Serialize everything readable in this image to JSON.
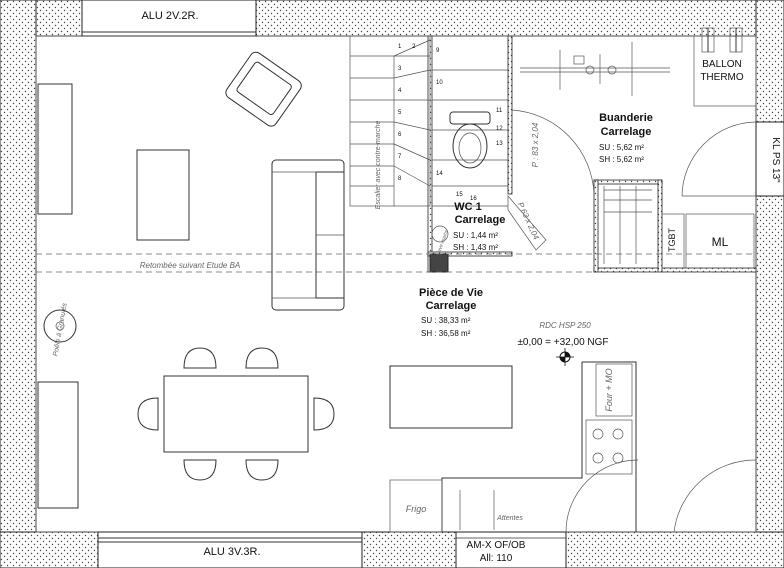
{
  "plan": {
    "openings": {
      "top_window": "ALU 2V.2R.",
      "bottom_window": "ALU 3V.3R.",
      "right_door_line1": "KL PS 13\"",
      "entrance_door_line1": "AM-X OF/OB",
      "entrance_door_line2": "All:  110"
    },
    "rooms": [
      {
        "name": "Buanderie",
        "floor": "Carrelage",
        "su": "SU : 5,62 m²",
        "sh": "SH : 5,62 m²"
      },
      {
        "name": "WC 1",
        "floor": "Carrelage",
        "su": "SU : 1,44 m²",
        "sh": "SH : 1,43 m²"
      },
      {
        "name": "Pièce de Vie",
        "floor": "Carrelage",
        "su": "SU : 38,33 m²",
        "sh": "SH : 36,58 m²"
      }
    ],
    "equipment": {
      "ballon_line1": "BALLON",
      "ballon_line2": "THERMO",
      "tgbt": "TGBT",
      "ml": "ML",
      "four_mo": "Four + MO",
      "frigo": "Frigo",
      "attentes": "Attentes",
      "poele": "Poêle à Granulés",
      "wc_door_size": "P : 83 x 2,04",
      "wc_door_size2": "P 63 x 2,04",
      "wc_lave_mains": "lave-mains"
    },
    "annotations": {
      "retombee": "Retombée suivant Etude BA",
      "rdc": "RDC HSP 250",
      "level": "±0,00 = +32,00 NGF",
      "stair": "Escalier avec contre-marche",
      "stair_numbers": [
        "1",
        "2",
        "3",
        "4",
        "5",
        "6",
        "7",
        "8",
        "9",
        "10",
        "11",
        "12",
        "13",
        "14",
        "15",
        "16"
      ]
    }
  }
}
